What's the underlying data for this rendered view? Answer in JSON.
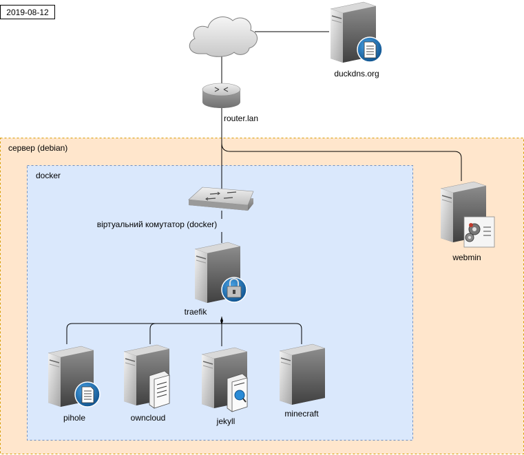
{
  "date_label": "2019-08-12",
  "groups": {
    "server": {
      "label": "сервер (debian)",
      "fill": "#ffe6cc",
      "stroke": "#d79b00"
    },
    "docker": {
      "label": "docker",
      "fill": "#dae8fc",
      "stroke": "#6c8ebf"
    }
  },
  "nodes": {
    "cloud": {
      "label": ""
    },
    "duckdns": {
      "label": "duckdns.org",
      "icon": "dns-server-icon"
    },
    "router": {
      "label": "router.lan",
      "icon": "router-icon"
    },
    "switch": {
      "label": "віртуальний комутатор (docker)",
      "icon": "switch-icon"
    },
    "traefik": {
      "label": "traefik",
      "icon": "secure-server-icon"
    },
    "webmin": {
      "label": "webmin",
      "icon": "admin-server-icon"
    },
    "pihole": {
      "label": "pihole",
      "icon": "dns-server-icon"
    },
    "owncloud": {
      "label": "owncloud",
      "icon": "file-server-icon"
    },
    "jekyll": {
      "label": "jekyll",
      "icon": "web-server-icon"
    },
    "minecraft": {
      "label": "minecraft",
      "icon": "server-icon"
    }
  },
  "colors": {
    "server_light": "#e6e6e6",
    "server_mid": "#b3b3b3",
    "server_dark": "#595959",
    "badge_blue": "#1f6fb2"
  }
}
